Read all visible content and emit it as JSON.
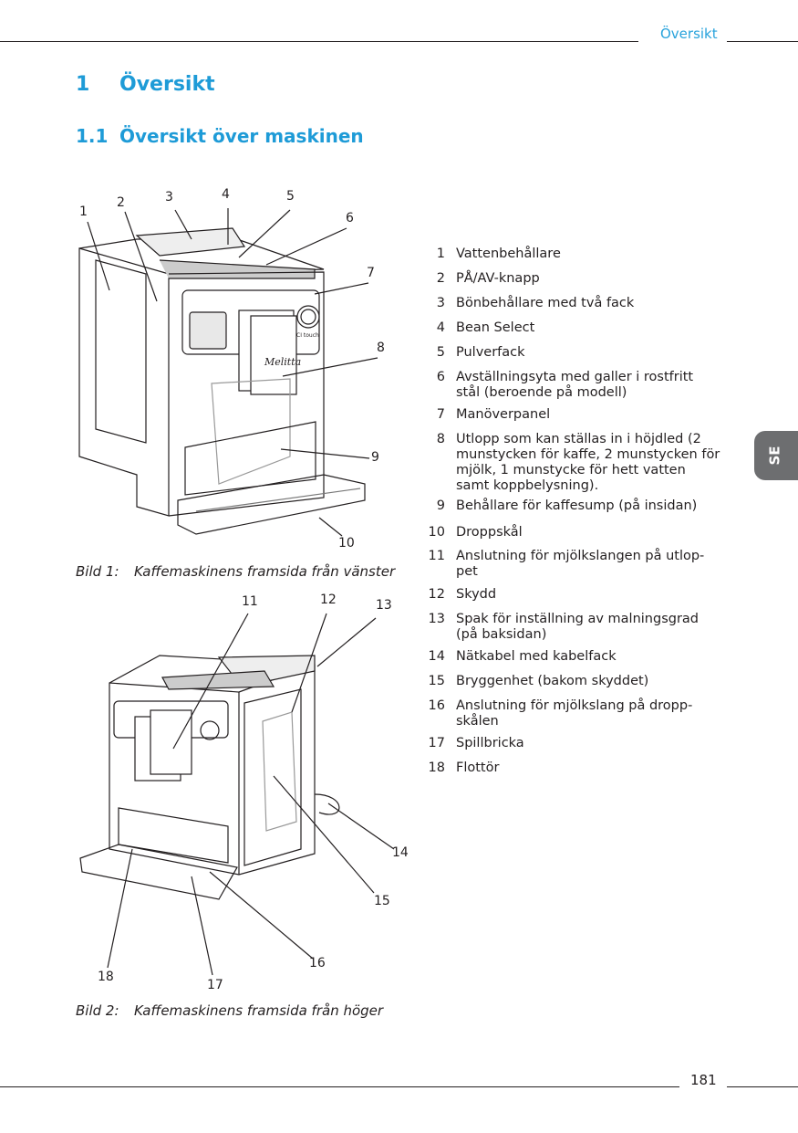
{
  "header": {
    "running_title": "Översikt"
  },
  "chapter": {
    "number": "1",
    "title": "Översikt"
  },
  "section": {
    "number": "1.1",
    "title": "Översikt över maskinen"
  },
  "figure1": {
    "label": "Bild 1:",
    "caption": "Kaffemaskinens framsida från vänster",
    "callouts": [
      "1",
      "2",
      "3",
      "4",
      "5",
      "6",
      "7",
      "8",
      "9",
      "10"
    ],
    "brand_logo": "Melitta",
    "model_logo": "CI touch"
  },
  "figure2": {
    "label": "Bild 2:",
    "caption": "Kaffemaskinens framsida från höger",
    "callouts": [
      "11",
      "12",
      "13",
      "14",
      "15",
      "16",
      "17",
      "18"
    ]
  },
  "legend": [
    {
      "n": "1",
      "text": "Vattenbehållare"
    },
    {
      "n": "2",
      "text": "PÅ/AV-knapp"
    },
    {
      "n": "3",
      "text": "Bönbehållare med två fack"
    },
    {
      "n": "4",
      "text": "Bean Select"
    },
    {
      "n": "5",
      "text": "Pulverfack"
    },
    {
      "n": "6",
      "text": "Avställningsyta med galler i rostfritt stål (beroende på modell)"
    },
    {
      "n": "7",
      "text": "Manöverpanel"
    },
    {
      "n": "8",
      "text": "Utlopp som kan ställas in i höjdled (2 munstycken för kaffe, 2 munstycken för mjölk, 1 munstycke för hett vatten samt koppbelysning)."
    },
    {
      "n": "9",
      "text": "Behållare för kaffesump (på insidan)"
    },
    {
      "n": "10",
      "text": "Droppskål"
    },
    {
      "n": "11",
      "text": "Anslutning för mjölkslangen på utlop-pet"
    },
    {
      "n": "12",
      "text": "Skydd"
    },
    {
      "n": "13",
      "text": "Spak för inställning av malningsgrad (på baksidan)"
    },
    {
      "n": "14",
      "text": "Nätkabel med kabelfack"
    },
    {
      "n": "15",
      "text": "Bryggenhet (bakom skyddet)"
    },
    {
      "n": "16",
      "text": "Anslutning för mjölkslang på dropp-skålen"
    },
    {
      "n": "17",
      "text": "Spillbricka"
    },
    {
      "n": "18",
      "text": "Flottör"
    }
  ],
  "language_tab": "SE",
  "footer": {
    "page_number": "181"
  },
  "colors": {
    "accent": "#1e9bd7",
    "tab": "#6d6e70"
  }
}
